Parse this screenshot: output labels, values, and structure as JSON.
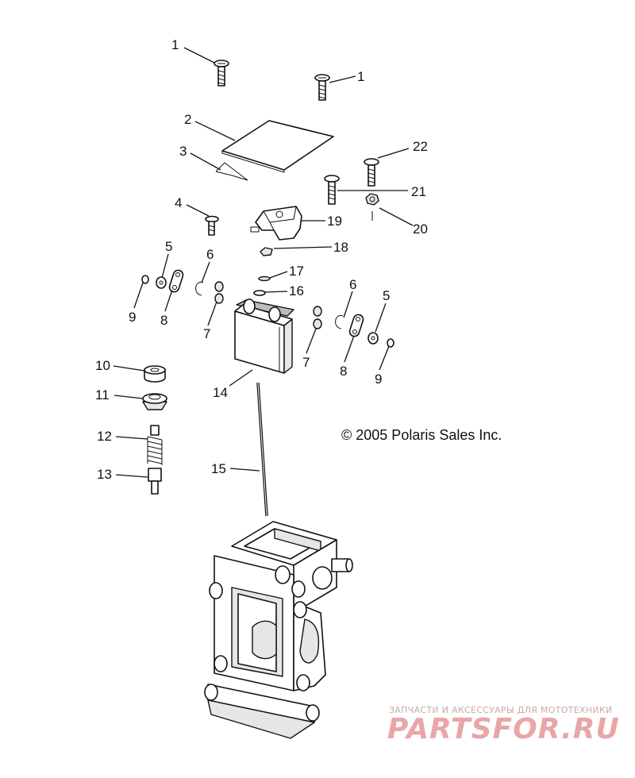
{
  "copyright": "© 2005 Polaris Sales Inc.",
  "watermark": {
    "tagline": "ЗАПЧАСТИ И АКСЕССУАРЫ ДЛЯ МОТОТЕХНИКИ",
    "logo": "PARTSFOR.RU"
  },
  "callouts": [
    {
      "id": "c1a",
      "label": "1"
    },
    {
      "id": "c1b",
      "label": "1"
    },
    {
      "id": "c2",
      "label": "2"
    },
    {
      "id": "c3",
      "label": "3"
    },
    {
      "id": "c22",
      "label": "22"
    },
    {
      "id": "c21",
      "label": "21"
    },
    {
      "id": "c4",
      "label": "4"
    },
    {
      "id": "c19",
      "label": "19"
    },
    {
      "id": "c20",
      "label": "20"
    },
    {
      "id": "c18",
      "label": "18"
    },
    {
      "id": "c5a",
      "label": "5"
    },
    {
      "id": "c6a",
      "label": "6"
    },
    {
      "id": "c17",
      "label": "17"
    },
    {
      "id": "c16",
      "label": "16"
    },
    {
      "id": "c6b",
      "label": "6"
    },
    {
      "id": "c5b",
      "label": "5"
    },
    {
      "id": "c9a",
      "label": "9"
    },
    {
      "id": "c8a",
      "label": "8"
    },
    {
      "id": "c7a",
      "label": "7"
    },
    {
      "id": "c7b",
      "label": "7"
    },
    {
      "id": "c8b",
      "label": "8"
    },
    {
      "id": "c9b",
      "label": "9"
    },
    {
      "id": "c10",
      "label": "10"
    },
    {
      "id": "c14",
      "label": "14"
    },
    {
      "id": "c11",
      "label": "11"
    },
    {
      "id": "c12",
      "label": "12"
    },
    {
      "id": "c13",
      "label": "13"
    },
    {
      "id": "c15",
      "label": "15"
    }
  ]
}
